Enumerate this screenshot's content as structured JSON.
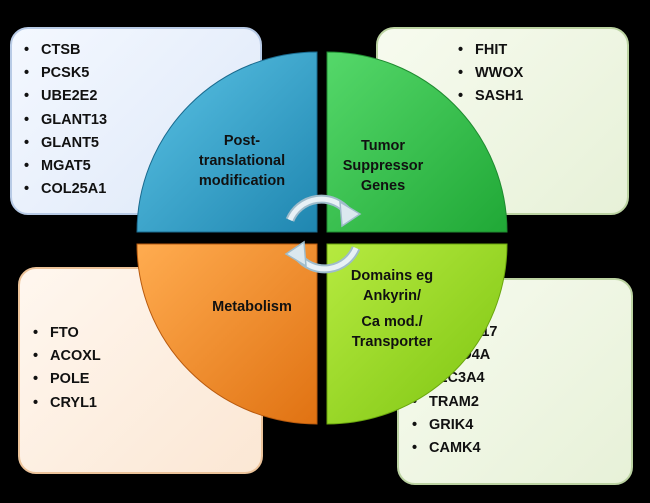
{
  "quadrants": {
    "top_left": {
      "label": "Post-\ntranslational\nmodification",
      "color": "#2e9fc6"
    },
    "top_right": {
      "label": "Tumor\nSuppressor\nGenes",
      "color": "#35c24a"
    },
    "bottom_left": {
      "label": "Metabolism",
      "color": "#f08a24"
    },
    "bottom_right": {
      "label_1": "Domains eg\nAnkyrin/",
      "label_2": "Ca mod./\nTransporter",
      "color": "#94d820"
    }
  },
  "gene_boxes": {
    "top_left": [
      "CTSB",
      "PCSK5",
      "UBE2E2",
      "GLANT13",
      "GLANT5",
      "MGAT5",
      "COL25A1"
    ],
    "top_right": [
      "FHIT",
      "WWOX",
      "SASH1"
    ],
    "bottom_left": [
      "FTO",
      "ACOXL",
      "POLE",
      "CRYL1"
    ],
    "bottom_right": [
      "ANKRD17",
      "SAMD4A",
      "SLC3A4",
      "TRAM2",
      "GRIK4",
      "CAMK4"
    ]
  }
}
